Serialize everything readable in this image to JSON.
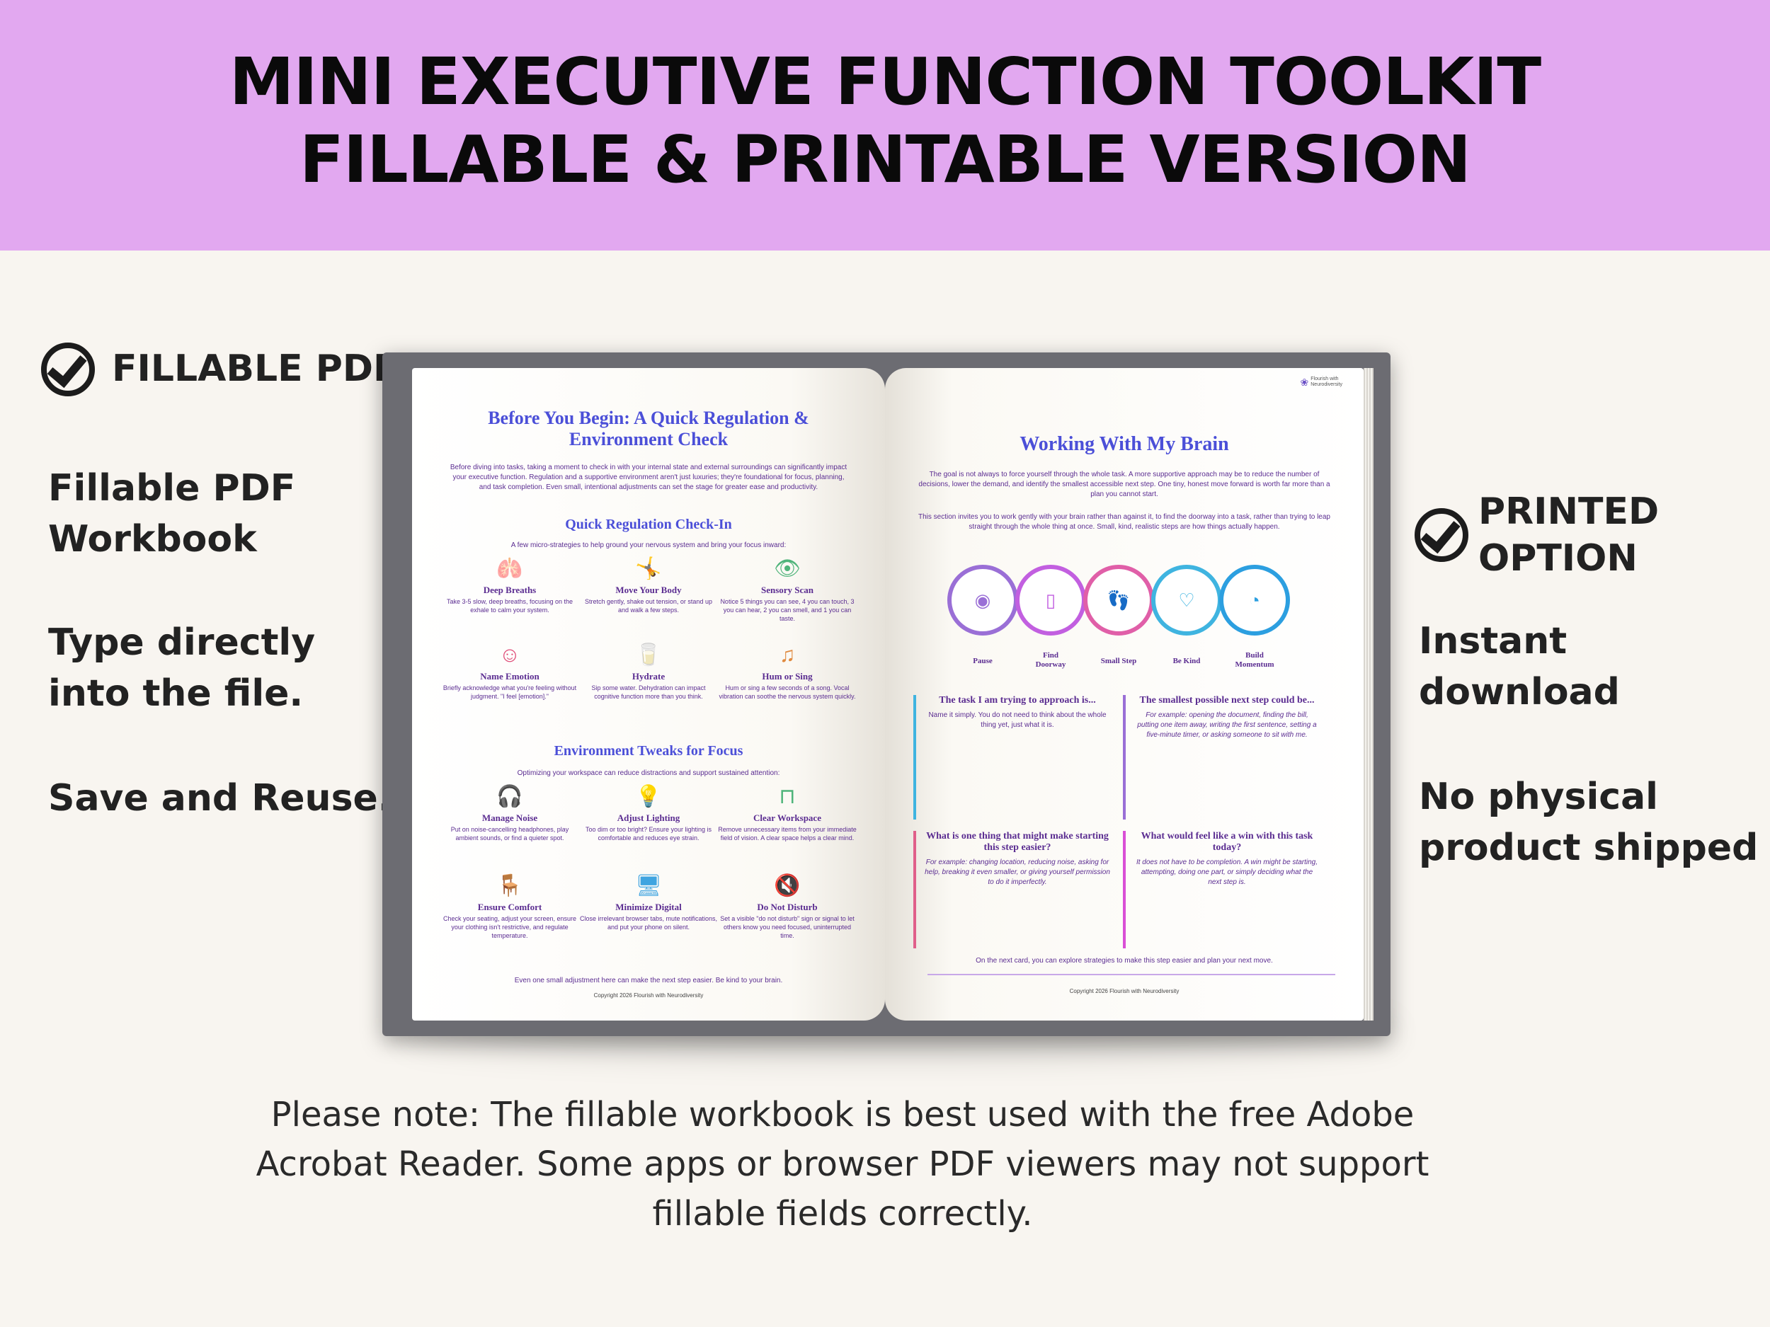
{
  "banner": {
    "line1": "MINI EXECUTIVE FUNCTION TOOLKIT",
    "line2": "FILLABLE & PRINTABLE VERSION"
  },
  "left_panel": {
    "heading": "FILLABLE PDF",
    "features": [
      "Fillable PDF\nWorkbook",
      "Type directly\ninto the file.",
      "Save and Reuse."
    ]
  },
  "right_panel": {
    "heading": "PRINTED\nOPTION",
    "features": [
      "Instant\ndownload",
      "No physical\nproduct shipped"
    ]
  },
  "note": "Please note: The fillable workbook is best used with the free Adobe\nAcrobat Reader. Some apps or browser PDF viewers may not support\nfillable fields correctly.",
  "left_page": {
    "title": "Before You Begin: A Quick Regulation &\nEnvironment Check",
    "intro": "Before diving into tasks, taking a moment to check in with your internal state and external surroundings can significantly impact your executive function. Regulation and a supportive environment aren't just luxuries; they're foundational for focus, planning, and task completion. Even small, intentional adjustments can set the stage for greater ease and productivity.",
    "section1": {
      "title": "Quick Regulation Check-In",
      "subtitle": "A few micro-strategies to help ground your nervous system and bring your focus inward:",
      "items": [
        {
          "icon": "lungs-icon",
          "name": "Deep Breaths",
          "desc": "Take 3-5 slow, deep breaths, focusing on the exhale to calm your system."
        },
        {
          "icon": "stretch-figure-icon",
          "name": "Move Your Body",
          "desc": "Stretch gently, shake out tension, or stand up and walk a few steps."
        },
        {
          "icon": "eye-icon",
          "name": "Sensory Scan",
          "desc": "Notice 5 things you can see, 4 you can touch, 3 you can hear, 2 you can smell, and 1 you can taste."
        },
        {
          "icon": "emotion-face-icon",
          "name": "Name Emotion",
          "desc": "Briefly acknowledge what you're feeling without judgment. \"I feel [emotion].\""
        },
        {
          "icon": "water-glass-icon",
          "name": "Hydrate",
          "desc": "Sip some water. Dehydration can impact cognitive function more than you think."
        },
        {
          "icon": "music-singer-icon",
          "name": "Hum or Sing",
          "desc": "Hum or sing a few seconds of a song. Vocal vibration can soothe the nervous system quickly."
        }
      ]
    },
    "section2": {
      "title": "Environment Tweaks for Focus",
      "subtitle": "Optimizing your workspace can reduce distractions and support sustained attention:",
      "items": [
        {
          "icon": "headphones-icon",
          "name": "Manage Noise",
          "desc": "Put on noise-cancelling headphones, play ambient sounds, or find a quieter spot."
        },
        {
          "icon": "lightbulb-icon",
          "name": "Adjust Lighting",
          "desc": "Too dim or too bright? Ensure your lighting is comfortable and reduces eye strain."
        },
        {
          "icon": "desk-icon",
          "name": "Clear Workspace",
          "desc": "Remove unnecessary items from your immediate field of vision. A clear space helps a clear mind."
        },
        {
          "icon": "armchair-icon",
          "name": "Ensure Comfort",
          "desc": "Check your seating, adjust your screen, ensure your clothing isn't restrictive, and regulate temperature."
        },
        {
          "icon": "monitor-icon",
          "name": "Minimize Digital",
          "desc": "Close irrelevant browser tabs, mute notifications, and put your phone on silent."
        },
        {
          "icon": "mute-speaker-icon",
          "name": "Do Not Disturb",
          "desc": "Set a visible \"do not disturb\" sign or signal to let others know you need focused, uninterrupted time."
        }
      ]
    },
    "closing": "Even one small adjustment here can make the next step easier. Be kind to your brain.",
    "copyright": "Copyright 2026 Flourish with Neurodiversity"
  },
  "right_page": {
    "logo": "Flourish with\nNeurodiversity",
    "title": "Working With My Brain",
    "para1": "The goal is not always to force yourself through the whole task. A more supportive approach may be to reduce the number of decisions, lower the demand, and identify the smallest accessible next step. One tiny, honest move forward is worth far more than a plan you cannot start.",
    "para2": "This section invites you to work gently with your brain rather than against it, to find the doorway into a task, rather than trying to leap straight through the whole thing at once. Small, kind, realistic steps are how things actually happen.",
    "steps": [
      {
        "label": "Pause",
        "icon": "head-brain-icon",
        "color": "#9a6fd6"
      },
      {
        "label": "Find\nDoorway",
        "icon": "door-icon",
        "color": "#c25fe0"
      },
      {
        "label": "Small Step",
        "icon": "footprint-icon",
        "color": "#e05fa8"
      },
      {
        "label": "Be Kind",
        "icon": "heart-icon",
        "color": "#3fb4e0"
      },
      {
        "label": "Build\nMomentum",
        "icon": "gauge-icon",
        "color": "#2c9fe0"
      }
    ],
    "boxes": [
      {
        "q": "The task I am trying to approach is...",
        "d": "Name it simply. You do not need to think about the whole thing yet, just what it is.",
        "italic": false,
        "color": "#3fb4e0"
      },
      {
        "q": "The smallest possible next step could be...",
        "d": "For example: opening the document, finding the bill, putting one item away, writing the first sentence, setting a five-minute timer, or asking someone to sit with me.",
        "italic": true,
        "color": "#9a6fd6"
      },
      {
        "q": "What is one thing that might make starting this step easier?",
        "d": "For example: changing location, reducing noise, asking for help, breaking it even smaller, or giving yourself permission to do it imperfectly.",
        "italic": true,
        "color": "#e05f8a"
      },
      {
        "q": "What would feel like a win with this task today?",
        "d": "It does not have to be completion. A win might be starting, attempting, doing one part, or simply deciding what the next step is.",
        "italic": true,
        "color": "#d94fd6"
      }
    ],
    "closing": "On the next card, you can explore strategies to make this step easier and plan your next move.",
    "copyright": "Copyright 2026 Flourish with Neurodiversity"
  }
}
